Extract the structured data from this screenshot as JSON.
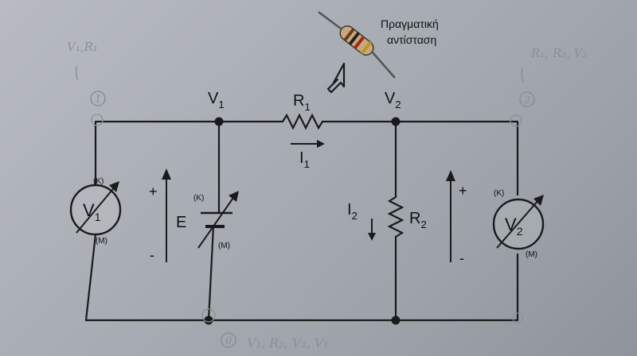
{
  "caption": [
    "Πραγματική",
    "αντίσταση"
  ],
  "nodes": {
    "v1": {
      "main": "V",
      "sub": "1"
    },
    "v2": {
      "main": "V",
      "sub": "2"
    }
  },
  "components": {
    "r1": {
      "main": "R",
      "sub": "1"
    },
    "r2": {
      "main": "R",
      "sub": "2"
    },
    "e": "E",
    "e_k": "(K)",
    "e_m": "(M)"
  },
  "currents": {
    "i1": {
      "main": "I",
      "sub": "1"
    },
    "i2": {
      "main": "I",
      "sub": "2"
    }
  },
  "meters": {
    "left": {
      "main": "V",
      "sub": "1",
      "k": "(K)",
      "m": "(M)"
    },
    "right": {
      "main": "V",
      "sub": "2",
      "k": "(K)",
      "m": "(M)"
    }
  },
  "polarity": {
    "left_plus": "+",
    "left_minus": "-",
    "right_plus": "+",
    "right_minus": "-"
  },
  "handwritten": {
    "top_left": "V₁,R₁",
    "node_left": "1",
    "top_right": "R₁, R₂, V₂",
    "node_right": "2",
    "bottom_node": "0",
    "bottom": "V₁, R₂, V₂, V₁"
  },
  "colors": {
    "ink": "#1a1a1a",
    "pencil": "#8a8f96"
  }
}
